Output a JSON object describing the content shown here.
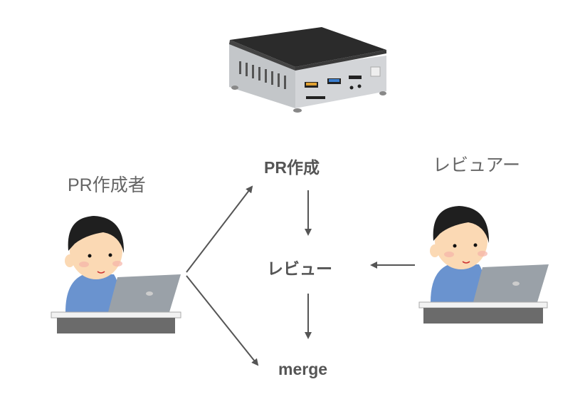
{
  "diagram": {
    "roles": {
      "author": "PR作成者",
      "reviewer": "レビュアー"
    },
    "steps": {
      "create_pr": "PR作成",
      "review": "レビュー",
      "merge": "merge"
    },
    "icons": {
      "server": "mini-pc-server-icon",
      "author_person": "person-with-laptop-icon",
      "reviewer_person": "person-with-laptop-icon"
    },
    "edges": [
      {
        "from": "author",
        "to": "create_pr"
      },
      {
        "from": "author",
        "to": "merge"
      },
      {
        "from": "create_pr",
        "to": "review"
      },
      {
        "from": "review",
        "to": "merge"
      },
      {
        "from": "reviewer",
        "to": "review"
      }
    ],
    "colors": {
      "arrow": "#555555",
      "text": "#555555",
      "shirt": "#6a93cf",
      "hair": "#1f1f1f",
      "skin": "#fbd9b4",
      "laptop": "#9aa1a8",
      "server_top": "#2b2b2b",
      "server_body": "#c8cacd",
      "usb_orange": "#e0a030",
      "usb_blue": "#3b7fd0"
    }
  }
}
